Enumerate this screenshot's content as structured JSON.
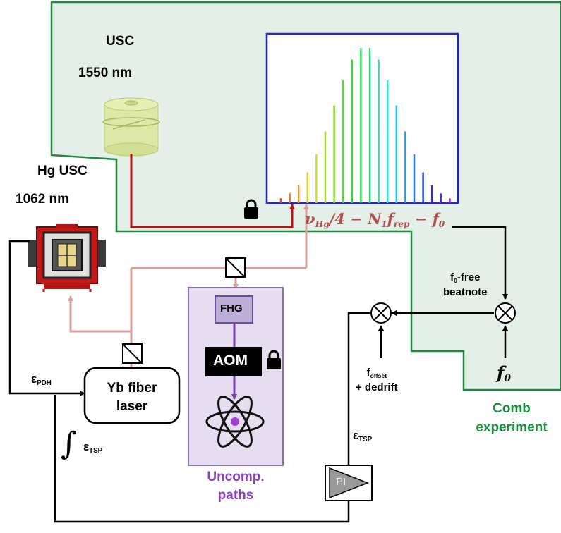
{
  "colors": {
    "comb_region_fill": "#e4efe7",
    "comb_region_border": "#1f8a3c",
    "spectrum_frame": "#2323d6",
    "red_path": "#b21515",
    "pink_path": "#d9a09a",
    "purple_box_fill": "#e6def0",
    "purple_box_border": "#8d6fb6",
    "purple_path": "#7d3fb0",
    "beat_formula": "#b55050",
    "comb_label": "#17923c",
    "uncomp_label": "#8c3fbf",
    "pi_fill": "#9a9a9a"
  },
  "labels": {
    "usc_title": "USC",
    "usc_wavelength": "1550 nm",
    "hg_usc_title": "Hg USC",
    "hg_usc_wavelength": "1062 nm",
    "beat_formula_part1": "ν",
    "beat_formula_sub1": "Hg",
    "beat_formula_part2": "/4 − N",
    "beat_formula_sub2": "1",
    "beat_formula_part3": "f",
    "beat_formula_sub3": "rep",
    "beat_formula_part4": " − f",
    "beat_formula_sub4": "0",
    "f0_free_line1_main": "f",
    "f0_free_line1_sub": "0",
    "f0_free_line1_rest": "-free",
    "f0_free_line2": "beatnote",
    "fhg": "FHG",
    "aom": "AOM",
    "f_offset_main": "f",
    "f_offset_sub": "offset",
    "dedrift": "+ dedrift",
    "f0_main": "f",
    "f0_sub": "0",
    "eps_pdh_main": "ε",
    "eps_pdh_sub": "PDH",
    "yb_laser_line1": "Yb fiber",
    "yb_laser_line2": "laser",
    "integral_symbol": "∫",
    "eps_tsp_left_main": "ε",
    "eps_tsp_left_sub": "TSP",
    "eps_tsp_right_main": "ε",
    "eps_tsp_right_sub": "TSP",
    "uncomp_line1": "Uncomp.",
    "uncomp_line2": "paths",
    "comb_line1": "Comb",
    "comb_line2": "experiment",
    "pi_label": "PI"
  },
  "icons": {
    "lock_spectrum": "padlock-icon",
    "lock_aom": "padlock-icon",
    "usc_cavity": "cylindrical-cavity-icon",
    "hg_cavity": "cavity-cross-section-icon",
    "atom": "atom-icon",
    "mixer": "mixer-icon",
    "beamsplitter": "beamsplitter-icon",
    "pi_amplifier": "amplifier-triangle-icon"
  }
}
